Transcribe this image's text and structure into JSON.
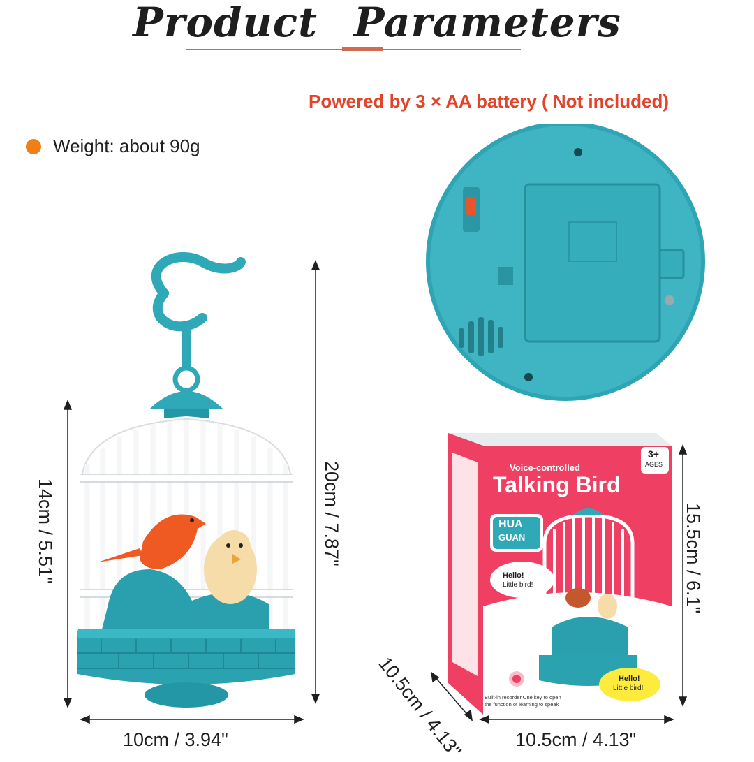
{
  "header": {
    "title_word1": "Product",
    "title_word2": "Parameters"
  },
  "battery_note": "Powered by 3 × AA battery ( Not included)",
  "weight": "Weight: about 90g",
  "dimensions": {
    "cage_total_height": "20cm / 7.87\"",
    "cage_height": "14cm / 5.51\"",
    "cage_width": "10cm / 3.94\"",
    "box_height": "15.5cm / 6.1\"",
    "box_width": "10.5cm / 4.13\"",
    "box_depth": "10.5cm / 4.13\""
  },
  "box": {
    "voice_label": "Voice-controlled",
    "title": "Talking Bird",
    "brand_line1": "HUA",
    "brand_line2": "GUAN",
    "age": "3+",
    "age_sub": "AGES",
    "bubble1_line1": "Hello!",
    "bubble1_line2": "Little bird!",
    "bubble2_line1": "Hello!",
    "bubble2_line2": "Little bird!",
    "recorder_line1": "Built-in recorder,One key to open",
    "recorder_line2": "the function of learning to speak"
  },
  "colors": {
    "accent_red": "#e2432a",
    "bullet_orange": "#f27e17",
    "teal": "#2fa9b8",
    "box_pink": "#ef3f63"
  }
}
